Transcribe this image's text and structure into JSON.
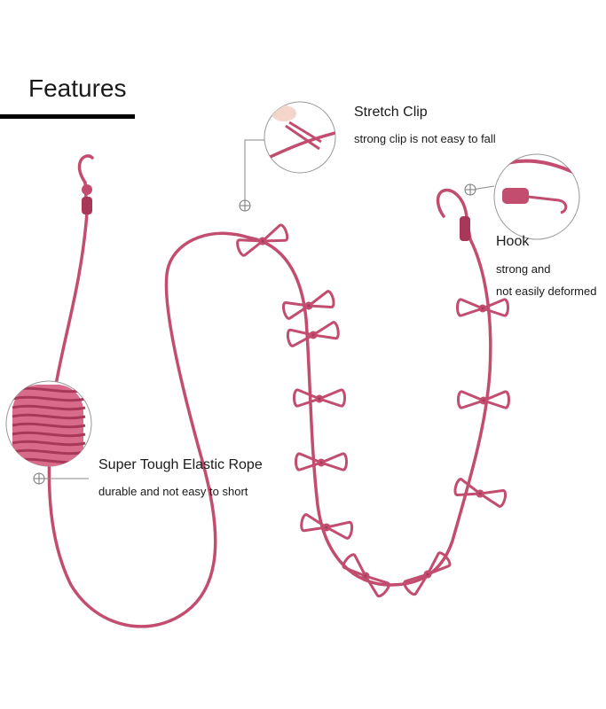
{
  "title": "Features",
  "colors": {
    "rope": "#c24d6e",
    "rope_dark": "#a8385a",
    "line": "#8a8a8a"
  },
  "features": [
    {
      "name": "Stretch Clip",
      "desc": "strong clip is not easy to fall"
    },
    {
      "name": "Hook",
      "desc_1": "strong and",
      "desc_2": "not easily deformed"
    },
    {
      "name": "Super Tough Elastic Rope",
      "desc": "durable and not easy to short"
    }
  ],
  "icons": [
    "clip-icon",
    "hook-icon",
    "rope-coil-icon",
    "crosshair-icon"
  ]
}
